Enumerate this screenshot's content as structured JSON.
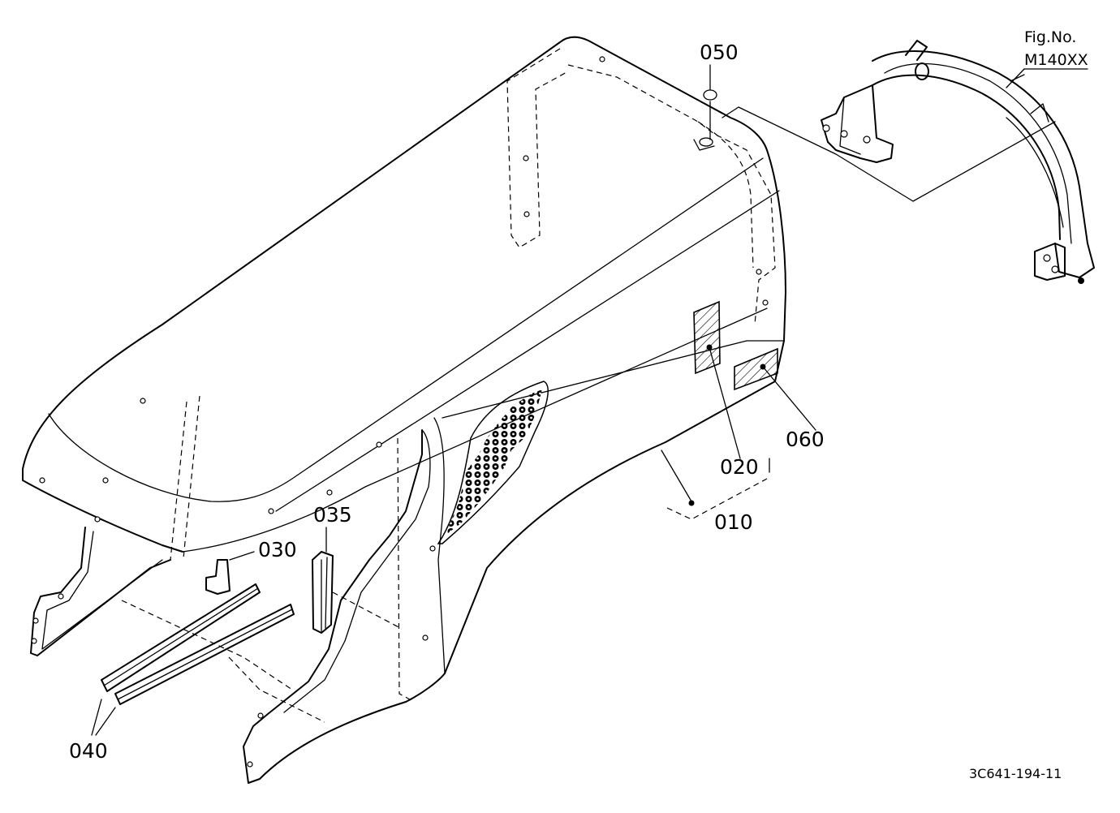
{
  "figure": {
    "ref_label": "Fig.No.",
    "ref_code": "M140XX",
    "drawing_code": "3C641-194-11"
  },
  "parts": [
    {
      "id": "010",
      "label": "010"
    },
    {
      "id": "020",
      "label": "020"
    },
    {
      "id": "030",
      "label": "030"
    },
    {
      "id": "035",
      "label": "035"
    },
    {
      "id": "040",
      "label": "040"
    },
    {
      "id": "050",
      "label": "050"
    },
    {
      "id": "060",
      "label": "060"
    }
  ],
  "colors": {
    "line": "#000000",
    "background": "#ffffff"
  }
}
